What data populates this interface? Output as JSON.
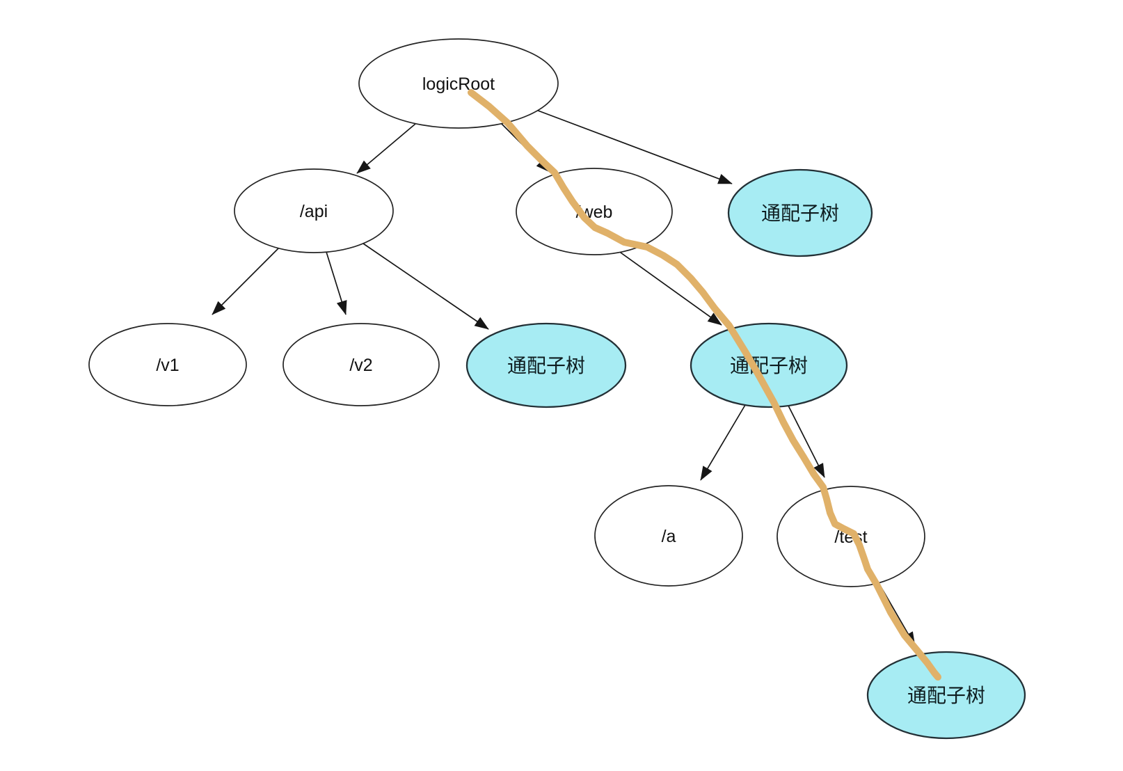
{
  "diagram": {
    "type": "tree",
    "description": "Routing trie with wildcard subtrees; hand-drawn highlight traces matched path",
    "colors": {
      "background": "#ffffff",
      "node_fill": "#ffffff",
      "wildcard_node_fill": "#a7ecf3",
      "node_border": "#242424",
      "wildcard_node_border": "#233036",
      "edge": "#161616",
      "highlight_stroke": "#e0b169",
      "text": "#111111"
    },
    "nodes": [
      {
        "id": "logicRoot",
        "label": "logicRoot",
        "wildcard": false,
        "level": 0
      },
      {
        "id": "api",
        "label": "/api",
        "wildcard": false,
        "level": 1
      },
      {
        "id": "web",
        "label": "/web",
        "wildcard": false,
        "level": 1
      },
      {
        "id": "wildcard1",
        "label": "通配子树",
        "wildcard": true,
        "level": 1
      },
      {
        "id": "v1",
        "label": "/v1",
        "wildcard": false,
        "level": 2
      },
      {
        "id": "v2",
        "label": "/v2",
        "wildcard": false,
        "level": 2
      },
      {
        "id": "wildcard2",
        "label": "通配子树",
        "wildcard": true,
        "level": 2
      },
      {
        "id": "wildcard3",
        "label": "通配子树",
        "wildcard": true,
        "level": 2
      },
      {
        "id": "a",
        "label": "/a",
        "wildcard": false,
        "level": 3
      },
      {
        "id": "test",
        "label": "/test",
        "wildcard": false,
        "level": 3
      },
      {
        "id": "wildcard4",
        "label": "通配子树",
        "wildcard": true,
        "level": 4
      }
    ],
    "edges": [
      {
        "from": "logicRoot",
        "to": "api"
      },
      {
        "from": "logicRoot",
        "to": "web"
      },
      {
        "from": "logicRoot",
        "to": "wildcard1"
      },
      {
        "from": "api",
        "to": "v1"
      },
      {
        "from": "api",
        "to": "v2"
      },
      {
        "from": "api",
        "to": "wildcard2"
      },
      {
        "from": "web",
        "to": "wildcard3"
      },
      {
        "from": "wildcard3",
        "to": "a"
      },
      {
        "from": "wildcard3",
        "to": "test"
      },
      {
        "from": "test",
        "to": "wildcard4"
      }
    ],
    "highlight_trace": [
      "logicRoot",
      "/web",
      "通配子树",
      "/test",
      "通配子树"
    ]
  }
}
